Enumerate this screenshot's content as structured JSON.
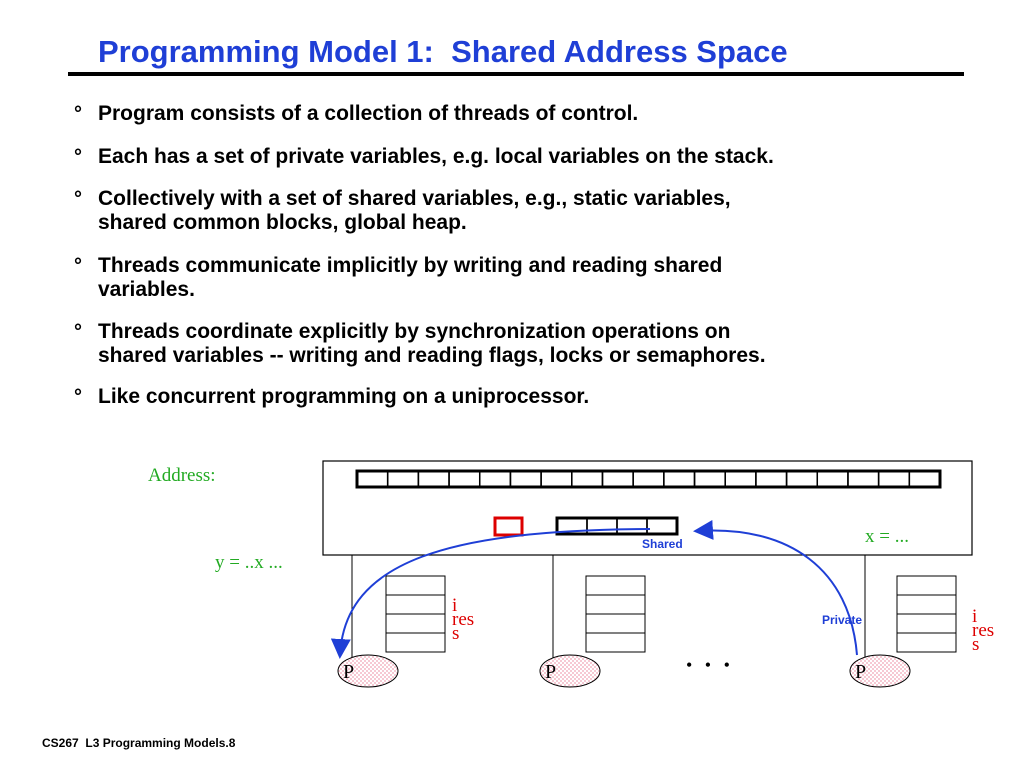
{
  "slide": {
    "title": "Programming Model 1:  Shared Address Space",
    "bullet_symbol": "°",
    "bullets": [
      {
        "line1": "Program consists of a collection of threads of control.",
        "line2": ""
      },
      {
        "line1": "Each has a set of private variables, e.g. local variables on the stack.",
        "line2": ""
      },
      {
        "line1": "Collectively with a set of shared variables, e.g., static variables,",
        "line2": "shared common blocks, global heap."
      },
      {
        "line1": "Threads communicate implicitly by writing and reading shared",
        "line2": "variables."
      },
      {
        "line1": "Threads coordinate explicitly by synchronization operations on",
        "line2": "shared variables -- writing and reading flags, locks or semaphores."
      },
      {
        "line1": "Like concurrent programming on a uniprocessor.",
        "line2": ""
      }
    ],
    "footer": "CS267  L3 Programming Models.8"
  },
  "diagram": {
    "address_label": "Address:",
    "y_label": "y = ..x ...",
    "x_label": "x = ...",
    "shared_label": "Shared",
    "private_label": "Private",
    "dots": "• • •",
    "processor_label": "P",
    "private_var_lines": [
      "i",
      "res",
      "s"
    ],
    "colors": {
      "title_blue": "#1f3fd6",
      "label_green": "#22aa22",
      "var_red": "#dd0000",
      "arrow_blue": "#1f3fd6",
      "processor_fill": "#f6c9d3"
    }
  }
}
